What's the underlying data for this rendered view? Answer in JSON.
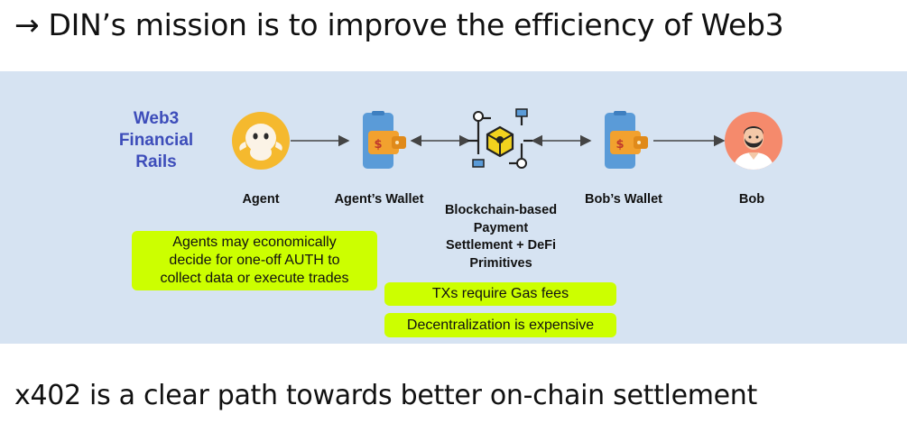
{
  "header": {
    "title": "→ DIN’s mission is to improve the efficiency of Web3"
  },
  "diagram": {
    "rails_label": [
      "Web3",
      "Financial",
      "Rails"
    ],
    "nodes": {
      "agent": "Agent",
      "agent_wallet": "Agent’s Wallet",
      "chain": [
        "Blockchain-based",
        "Payment",
        "Settlement + DeFi",
        "Primitives"
      ],
      "bob_wallet": "Bob’s Wallet",
      "bob": "Bob"
    },
    "notes": {
      "agents": [
        "Agents may economically",
        "decide for one-off AUTH to",
        "collect data or execute trades"
      ],
      "gas": "TXs require Gas fees",
      "decentral": "Decentralization is expensive"
    },
    "colors": {
      "panel": "#d6e3f2",
      "note": "#ccff00",
      "rails": "#3d4dba",
      "wallet": "#5a9bd8",
      "bob_bg": "#f58a6c",
      "agent_bg": "#f5b92e"
    }
  },
  "footer": {
    "title": "x402 is a clear path towards better on-chain settlement"
  }
}
